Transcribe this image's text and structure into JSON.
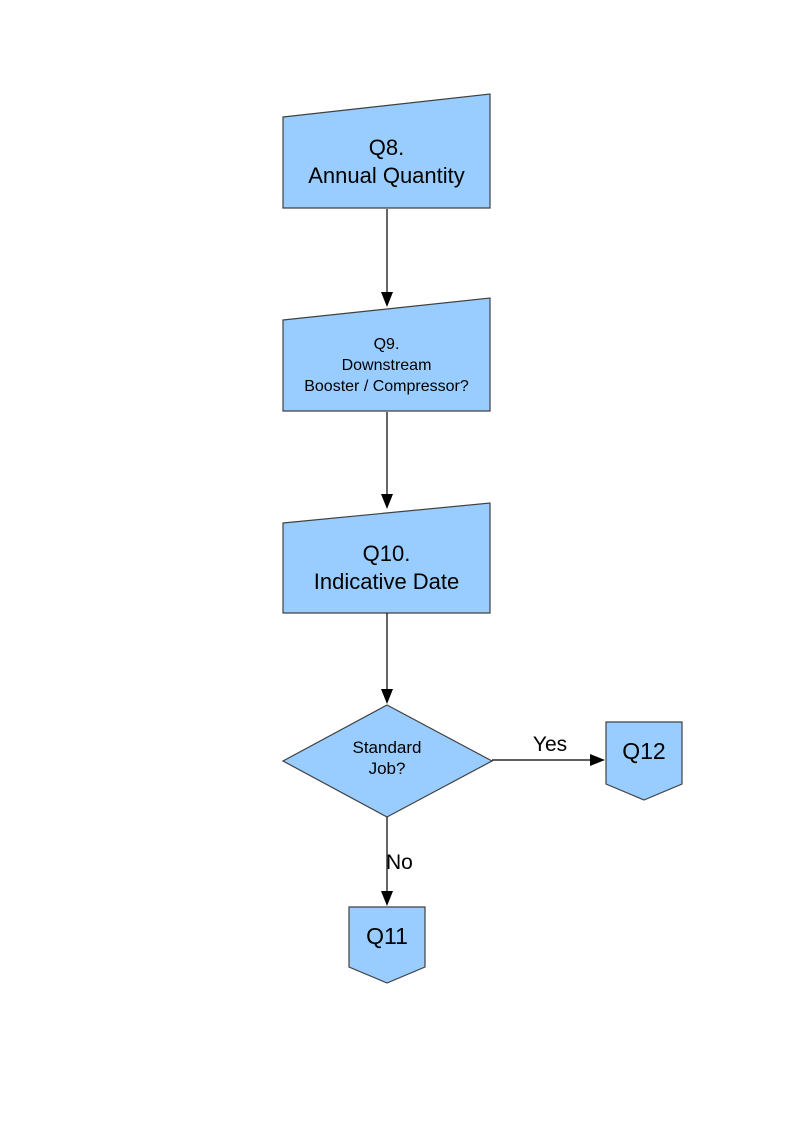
{
  "colors": {
    "shape_fill": "#99CCFF",
    "shape_border": "#404040",
    "arrow_color": "#000000",
    "text_color": "#000000"
  },
  "flowchart": {
    "nodes": {
      "q8": {
        "shape": "manual-input",
        "line1": "Q8.",
        "line2": "Annual Quantity"
      },
      "q9": {
        "shape": "manual-input",
        "line1": "Q9.",
        "line2": "Downstream",
        "line3": "Booster / Compressor?"
      },
      "q10": {
        "shape": "manual-input",
        "line1": "Q10.",
        "line2": "Indicative Date"
      },
      "decision": {
        "shape": "diamond",
        "line1": "Standard",
        "line2": "Job?"
      },
      "q12": {
        "shape": "off-page-connector",
        "label": "Q12"
      },
      "q11": {
        "shape": "off-page-connector",
        "label": "Q11"
      }
    },
    "edges": {
      "yes_label": "Yes",
      "no_label": "No"
    }
  }
}
